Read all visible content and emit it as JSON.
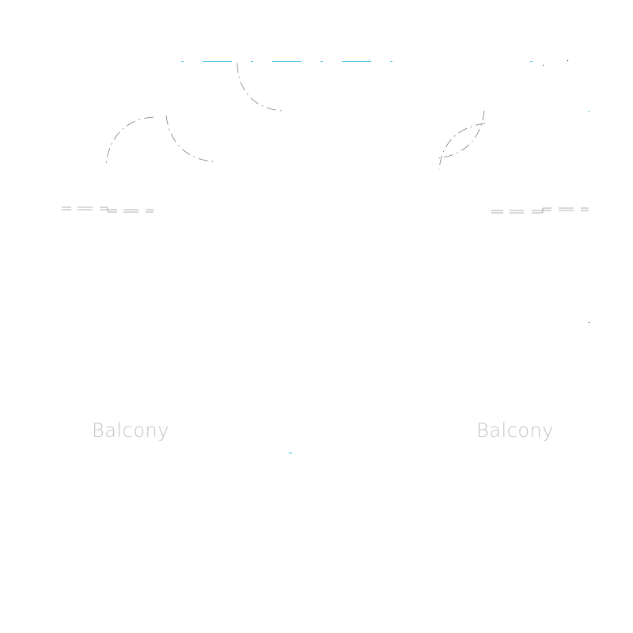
{
  "plan": {
    "rooms": [
      {
        "label": "Balcony"
      },
      {
        "label": "Balcony"
      }
    ]
  },
  "colors": {
    "room_label": "#c4c4c4",
    "door_swing": "#7a7a7a",
    "window": "#9a9a9a",
    "accent_cyan": "#2bbde0",
    "background": "#ffffff"
  },
  "icons": [
    "door-swing-arc",
    "window-symbol",
    "dimension-tick"
  ]
}
